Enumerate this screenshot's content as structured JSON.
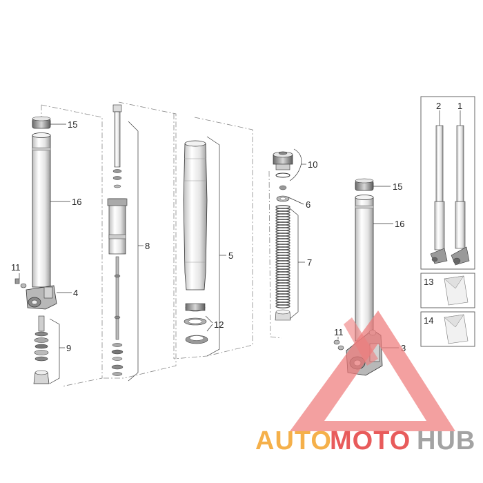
{
  "callouts": {
    "c1": "1",
    "c2": "2",
    "c3": "3",
    "c4": "4",
    "c5": "5",
    "c6": "6",
    "c7": "7",
    "c8": "8",
    "c9": "9",
    "c10": "10",
    "c11_left": "11",
    "c11_right": "11",
    "c12": "12",
    "c13": "13",
    "c14": "14",
    "c15_left": "15",
    "c15_right": "15",
    "c16_left": "16",
    "c16_right": "16"
  },
  "watermark": {
    "part_a": "AUTO",
    "part_b": "MOTO",
    "part_c": "HUB",
    "color_orange": "#f5b04a",
    "color_red": "#e85b5b",
    "color_gray": "#a3a3a3"
  }
}
